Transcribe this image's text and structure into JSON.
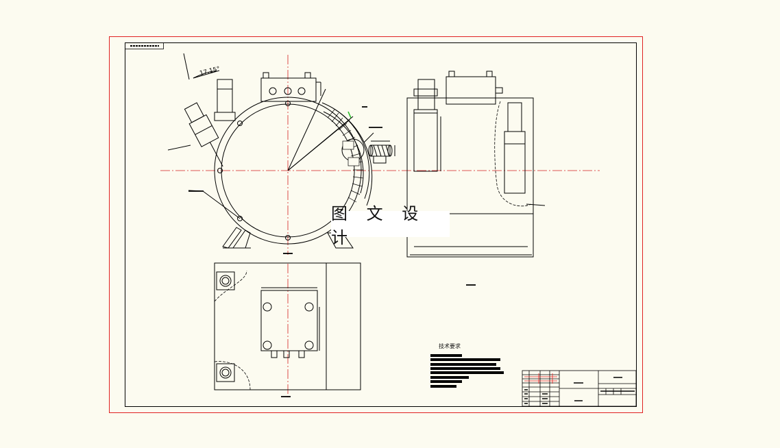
{
  "drawing": {
    "dimension_angle": "17.15°",
    "watermark_text": "图 文 设 计",
    "technical_requirements_title": "技术要求",
    "colors": {
      "background": "#fcfbf0",
      "outer_border": "#e02020",
      "line": "#000000",
      "centerline": "#d42020",
      "highlight": "#22bb22"
    }
  }
}
